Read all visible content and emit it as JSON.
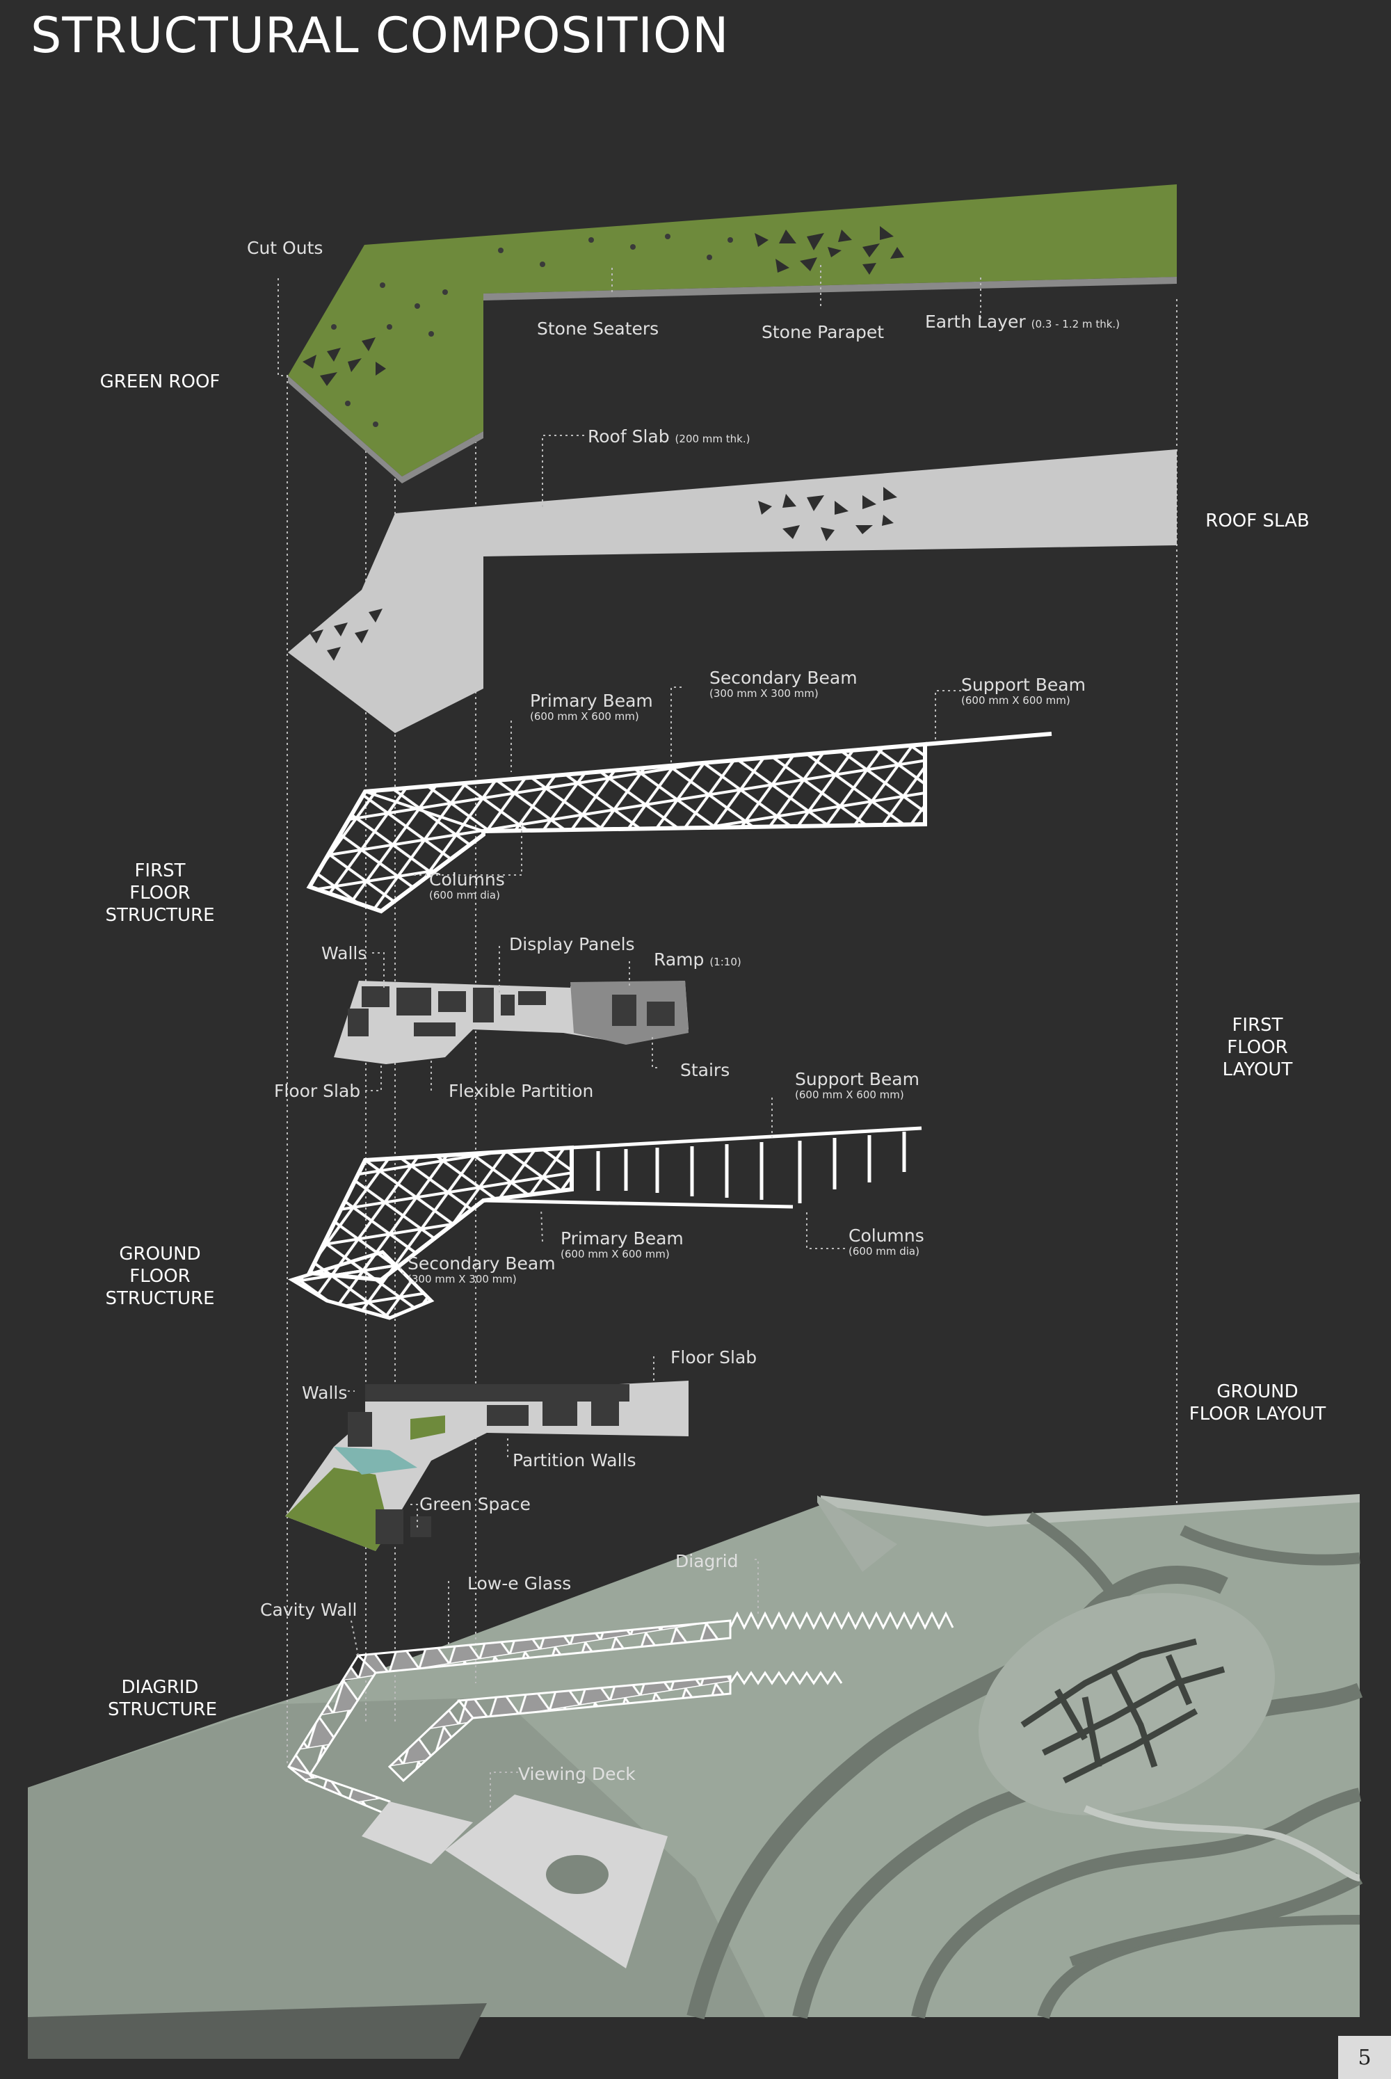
{
  "title": "STRUCTURAL COMPOSITION",
  "page_number": "5",
  "sections": {
    "green_roof": "GREEN ROOF",
    "roof_slab": "ROOF SLAB",
    "first_floor_structure": "FIRST FLOOR STRUCTURE",
    "first_floor_layout": "FIRST FLOOR LAYOUT",
    "ground_floor_structure": "GROUND FLOOR STRUCTURE",
    "ground_floor_layout": "GROUND FLOOR LAYOUT",
    "diagrid_structure": "DIAGRID STRUCTURE"
  },
  "labels": {
    "cut_outs": "Cut Outs",
    "stone_seaters": "Stone Seaters",
    "stone_parapet": "Stone Parapet",
    "earth_layer": "Earth Layer",
    "earth_layer_note": "(0.3 - 1.2 m thk.)",
    "roof_slab": "Roof Slab",
    "roof_slab_note": "(200 mm thk.)",
    "ff_primary_beam": "Primary Beam",
    "ff_primary_beam_note": "(600 mm X 600 mm)",
    "ff_secondary_beam": "Secondary Beam",
    "ff_secondary_beam_note": "(300 mm X 300 mm)",
    "ff_support_beam": "Support Beam",
    "ff_support_beam_note": "(600 mm X 600 mm)",
    "ff_columns": "Columns",
    "ff_columns_note": "(600 mm dia)",
    "ffl_walls": "Walls",
    "ffl_display_panels": "Display Panels",
    "ffl_ramp": "Ramp",
    "ffl_ramp_note": "(1:10)",
    "ffl_stairs": "Stairs",
    "ffl_floor_slab": "Floor Slab",
    "ffl_flexible_partition": "Flexible Partition",
    "gf_support_beam": "Support Beam",
    "gf_support_beam_note": "(600 mm X 600 mm)",
    "gf_primary_beam": "Primary Beam",
    "gf_primary_beam_note": "(600 mm X 600 mm)",
    "gf_columns": "Columns",
    "gf_columns_note": "(600 mm dia)",
    "gf_secondary_beam": "Secondary Beam",
    "gf_secondary_beam_note": "(300 mm X 300 mm)",
    "gfl_floor_slab": "Floor Slab",
    "gfl_walls": "Walls",
    "gfl_partition_walls": "Partition Walls",
    "gfl_green_space": "Green Space",
    "dg_diagrid": "Diagrid",
    "dg_low_e_glass": "Low-e Glass",
    "dg_cavity_wall": "Cavity Wall",
    "dg_viewing_deck": "Viewing Deck"
  },
  "colors": {
    "background": "#2d2d2d",
    "green_roof": "#6e8a3c",
    "slab": "#c9c9c9",
    "terrain": "#9aa59a",
    "terrain_dark": "#6f786f"
  }
}
